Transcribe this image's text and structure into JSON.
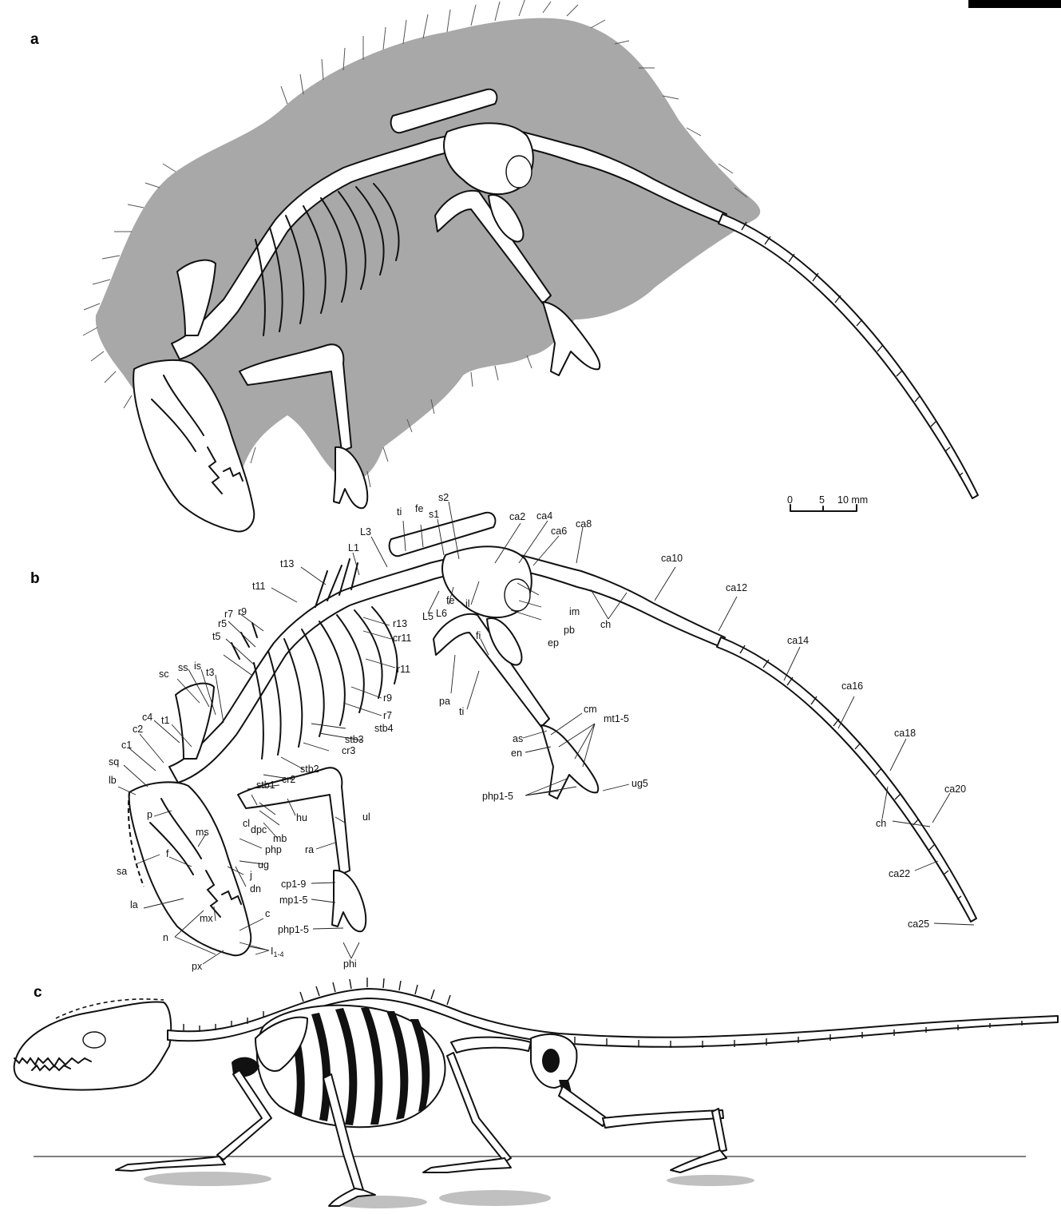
{
  "figure": {
    "panels": [
      {
        "id": "a",
        "label": "a"
      },
      {
        "id": "b",
        "label": "b"
      },
      {
        "id": "c",
        "label": "c"
      }
    ],
    "scale_bar": {
      "ticks": [
        "0",
        "5",
        "10 mm"
      ]
    },
    "colors": {
      "fur": "#a8a8a8",
      "ink": "#111111",
      "bone": "#ffffff",
      "shadow": "#c0c0c0",
      "header_bar": "#000000"
    },
    "labels": [
      {
        "id": "ti_a",
        "text": "ti"
      },
      {
        "id": "fe_a",
        "text": "fe"
      },
      {
        "id": "s1",
        "text": "s1"
      },
      {
        "id": "s2",
        "text": "s2"
      },
      {
        "id": "ca2",
        "text": "ca2"
      },
      {
        "id": "ca4",
        "text": "ca4"
      },
      {
        "id": "ca6",
        "text": "ca6"
      },
      {
        "id": "ca8",
        "text": "ca8"
      },
      {
        "id": "ca10",
        "text": "ca10"
      },
      {
        "id": "ca12",
        "text": "ca12"
      },
      {
        "id": "ca14",
        "text": "ca14"
      },
      {
        "id": "ca16",
        "text": "ca16"
      },
      {
        "id": "ca18",
        "text": "ca18"
      },
      {
        "id": "ca20",
        "text": "ca20"
      },
      {
        "id": "ca22",
        "text": "ca22"
      },
      {
        "id": "ca25",
        "text": "ca25"
      },
      {
        "id": "ch_a",
        "text": "ch"
      },
      {
        "id": "ch_b",
        "text": "ch"
      },
      {
        "id": "L3",
        "text": "L3"
      },
      {
        "id": "L1",
        "text": "L1"
      },
      {
        "id": "L5",
        "text": "L5"
      },
      {
        "id": "L6",
        "text": "L6"
      },
      {
        "id": "fe_b",
        "text": "fe"
      },
      {
        "id": "il",
        "text": "il"
      },
      {
        "id": "im",
        "text": "im"
      },
      {
        "id": "pb",
        "text": "pb"
      },
      {
        "id": "ep",
        "text": "ep"
      },
      {
        "id": "fi",
        "text": "fi"
      },
      {
        "id": "pa",
        "text": "pa"
      },
      {
        "id": "ti_b",
        "text": "ti"
      },
      {
        "id": "cm",
        "text": "cm"
      },
      {
        "id": "mt1_5",
        "text": "mt1-5"
      },
      {
        "id": "as",
        "text": "as"
      },
      {
        "id": "en",
        "text": "en"
      },
      {
        "id": "php1_5_hind",
        "text": "php1-5"
      },
      {
        "id": "ug5",
        "text": "ug5"
      },
      {
        "id": "t13",
        "text": "t13"
      },
      {
        "id": "t11",
        "text": "t11"
      },
      {
        "id": "r9_top",
        "text": "r9"
      },
      {
        "id": "r7_top",
        "text": "r7"
      },
      {
        "id": "r5",
        "text": "r5"
      },
      {
        "id": "t5",
        "text": "t5"
      },
      {
        "id": "r13",
        "text": "r13"
      },
      {
        "id": "cr11",
        "text": "cr11"
      },
      {
        "id": "r11",
        "text": "r11"
      },
      {
        "id": "r9",
        "text": "r9"
      },
      {
        "id": "r7",
        "text": "r7"
      },
      {
        "id": "stb4",
        "text": "stb4"
      },
      {
        "id": "stb3",
        "text": "stb3"
      },
      {
        "id": "cr3",
        "text": "cr3"
      },
      {
        "id": "stb2",
        "text": "stb2"
      },
      {
        "id": "cr2",
        "text": "cr2"
      },
      {
        "id": "stb1",
        "text": "stb1"
      },
      {
        "id": "sc",
        "text": "sc"
      },
      {
        "id": "ss",
        "text": "ss"
      },
      {
        "id": "is",
        "text": "is"
      },
      {
        "id": "t3",
        "text": "t3"
      },
      {
        "id": "c4",
        "text": "c4"
      },
      {
        "id": "t1",
        "text": "t1"
      },
      {
        "id": "c2",
        "text": "c2"
      },
      {
        "id": "c1",
        "text": "c1"
      },
      {
        "id": "sq",
        "text": "sq"
      },
      {
        "id": "lb",
        "text": "lb"
      },
      {
        "id": "p",
        "text": "p"
      },
      {
        "id": "ms",
        "text": "ms"
      },
      {
        "id": "f",
        "text": "f"
      },
      {
        "id": "sa",
        "text": "sa"
      },
      {
        "id": "la",
        "text": "la"
      },
      {
        "id": "mx",
        "text": "mx"
      },
      {
        "id": "n",
        "text": "n"
      },
      {
        "id": "px",
        "text": "px"
      },
      {
        "id": "c_canine",
        "text": "c"
      },
      {
        "id": "I1_4",
        "text": "I"
      },
      {
        "id": "I1_4_sub",
        "text": "1-4"
      },
      {
        "id": "dn",
        "text": "dn"
      },
      {
        "id": "j",
        "text": "j"
      },
      {
        "id": "ug",
        "text": "ug"
      },
      {
        "id": "php",
        "text": "php"
      },
      {
        "id": "mb",
        "text": "mb"
      },
      {
        "id": "dpc",
        "text": "dpc"
      },
      {
        "id": "cl",
        "text": "cl"
      },
      {
        "id": "hu",
        "text": "hu"
      },
      {
        "id": "ul",
        "text": "ul"
      },
      {
        "id": "ra",
        "text": "ra"
      },
      {
        "id": "cp1_9",
        "text": "cp1-9"
      },
      {
        "id": "mp1_5",
        "text": "mp1-5"
      },
      {
        "id": "php1_5_fore",
        "text": "php1-5"
      },
      {
        "id": "phi",
        "text": "phi"
      }
    ]
  }
}
